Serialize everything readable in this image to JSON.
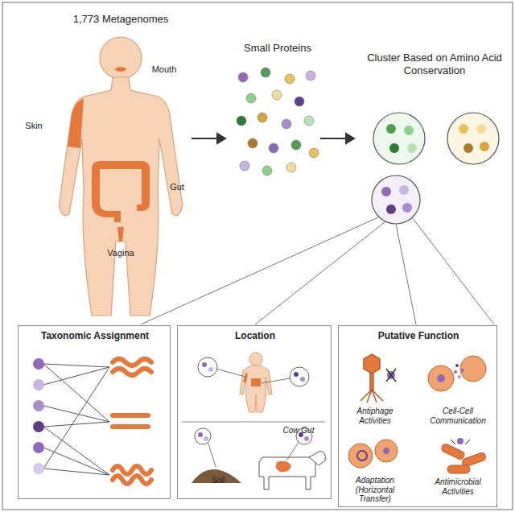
{
  "diagram": {
    "nodes": [
      {
        "text": [
          "Taxonomic Assignment"
        ]
      },
      {
        "text": [
          "Location",
          "Soil",
          "Cow Gut"
        ]
      },
      {
        "text": [
          "Putative Function",
          "Antiphage Activities",
          "Cell-Cell Communication",
          "Adaptation (Horizontal Transfer)",
          "Antimicrobial Activities"
        ]
      }
    ],
    "labels": [
      "1,773 Metagenomes",
      "Mouth",
      "Skin",
      "Gut",
      "Vagina",
      "Small Proteins",
      "Cluster Based on Amino Acid Conservation"
    ]
  }
}
